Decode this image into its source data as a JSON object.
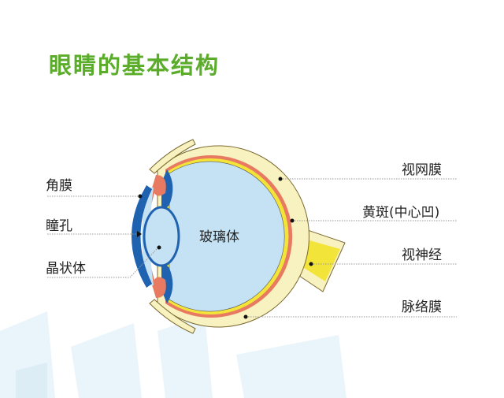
{
  "title": "眼睛的基本结构",
  "labels": {
    "cornea": "角膜",
    "pupil": "瞳孔",
    "lens": "晶状体",
    "vitreous": "玻璃体",
    "retina": "视网膜",
    "macula": "黄斑(中心凹)",
    "optic_nerve": "视神经",
    "choroid": "脉络膜"
  },
  "colors": {
    "title": "#5aac2a",
    "sclera": "#f8f1c0",
    "vitreous": "#c4e2f4",
    "cornea": "#1f63b0",
    "iris": "#e87a62",
    "retina": "#f3e43a"
  }
}
